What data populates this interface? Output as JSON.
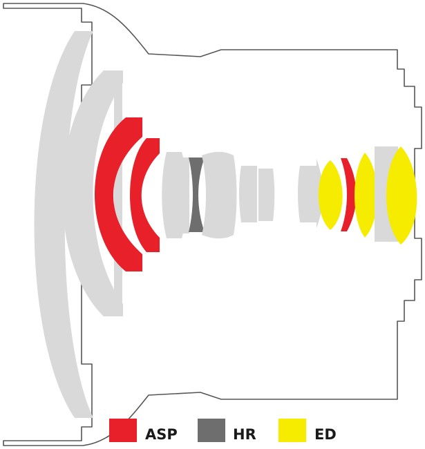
{
  "colors": {
    "background": "#ffffff",
    "barrel_outline": "#555555",
    "standard_element": "#d9d9d9",
    "asp": "#e8202a",
    "hr": "#6e6e6e",
    "ed": "#f5ec00",
    "legend_text": "#1a1a1a"
  },
  "legend": {
    "items": [
      {
        "key": "asp",
        "label": "ASP",
        "color": "#e8202a"
      },
      {
        "key": "hr",
        "label": "HR",
        "color": "#6e6e6e"
      },
      {
        "key": "ed",
        "label": "ED",
        "color": "#f5ec00"
      }
    ]
  },
  "elements": [
    {
      "group": "front-meniscus-1",
      "type": "standard"
    },
    {
      "group": "front-meniscus-2",
      "type": "standard"
    },
    {
      "group": "meniscus-3",
      "type": "asp"
    },
    {
      "group": "meniscus-4",
      "type": "asp"
    },
    {
      "group": "middle-lens-1",
      "type": "standard"
    },
    {
      "group": "middle-lens-2",
      "type": "hr"
    },
    {
      "group": "middle-lens-3",
      "type": "standard"
    },
    {
      "group": "middle-lens-4",
      "type": "standard"
    },
    {
      "group": "middle-lens-5",
      "type": "standard"
    },
    {
      "group": "rear-lens-1",
      "type": "standard"
    },
    {
      "group": "rear-lens-2",
      "type": "ed"
    },
    {
      "group": "rear-lens-3",
      "type": "asp"
    },
    {
      "group": "rear-lens-4",
      "type": "ed"
    },
    {
      "group": "rear-lens-5",
      "type": "standard"
    },
    {
      "group": "rear-lens-6",
      "type": "ed"
    }
  ]
}
